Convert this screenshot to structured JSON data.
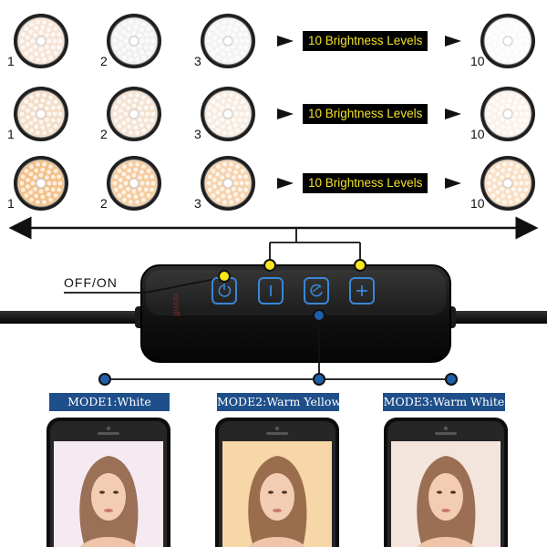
{
  "rows": [
    {
      "nums": [
        "1",
        "2",
        "3",
        "10"
      ],
      "label": "10 Brightness Levels",
      "colors": [
        "#f6e4d6",
        "#f0f0f0",
        "#f3f3f3",
        "#fafafa"
      ]
    },
    {
      "nums": [
        "1",
        "2",
        "3",
        "10"
      ],
      "label": "10 Brightness Levels",
      "colors": [
        "#f3ddc8",
        "#f4e3d2",
        "#f7ebe1",
        "#fbf1ea"
      ]
    },
    {
      "nums": [
        "1",
        "2",
        "3",
        "10"
      ],
      "label": "10 Brightness Levels",
      "colors": [
        "#f3c088",
        "#f5cc9e",
        "#f6d3ad",
        "#f9dfc3"
      ]
    }
  ],
  "offon_label": "OFF/ON",
  "controller": {
    "side_text": "on/off",
    "buttons": [
      "power-icon",
      "minus-icon",
      "mode-icon",
      "plus-icon"
    ],
    "accent": "#3a86d6"
  },
  "modes": [
    {
      "label": "MODE1:White",
      "tint": "#f3e3ee"
    },
    {
      "label": "MODE2:Warm Yellow",
      "tint": "#f4c98a"
    },
    {
      "label": "MODE3:Warm White",
      "tint": "#f1ddd0"
    }
  ],
  "colors": {
    "dot_yellow": "#f7e71c",
    "dot_blue": "#1f5ea8",
    "label_blue": "#1f4f8a"
  }
}
